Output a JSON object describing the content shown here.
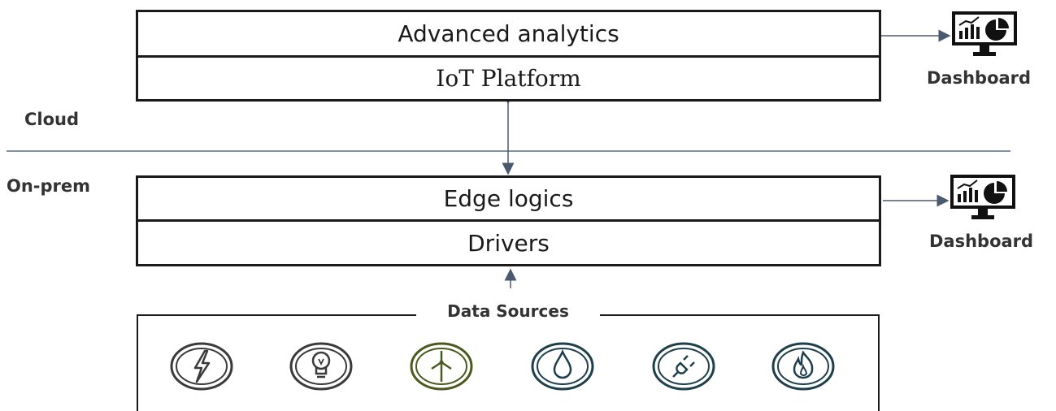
{
  "cloud": {
    "zone_label": "Cloud",
    "layers": [
      {
        "label": "Advanced analytics"
      },
      {
        "label": "IoT Platform"
      }
    ],
    "dashboard_label": "Dashboard"
  },
  "onprem": {
    "zone_label": "On-prem",
    "layers": [
      {
        "label": "Edge logics"
      },
      {
        "label": "Drivers"
      }
    ],
    "dashboard_label": "Dashboard"
  },
  "data_sources": {
    "title": "Data Sources",
    "icons": [
      {
        "name": "lightning-icon",
        "color": "#3a3a3a"
      },
      {
        "name": "lightbulb-icon",
        "color": "#3a3a3a"
      },
      {
        "name": "wind-turbine-icon",
        "color": "#4a5a1e"
      },
      {
        "name": "water-drop-icon",
        "color": "#1e3f4c"
      },
      {
        "name": "power-plug-icon",
        "color": "#1e3f4c"
      },
      {
        "name": "flame-icon",
        "color": "#1e3f4c"
      }
    ]
  },
  "colors": {
    "box_border": "#1a1a1a",
    "connector": "#4a5a6e",
    "divider": "#5a6f82"
  }
}
